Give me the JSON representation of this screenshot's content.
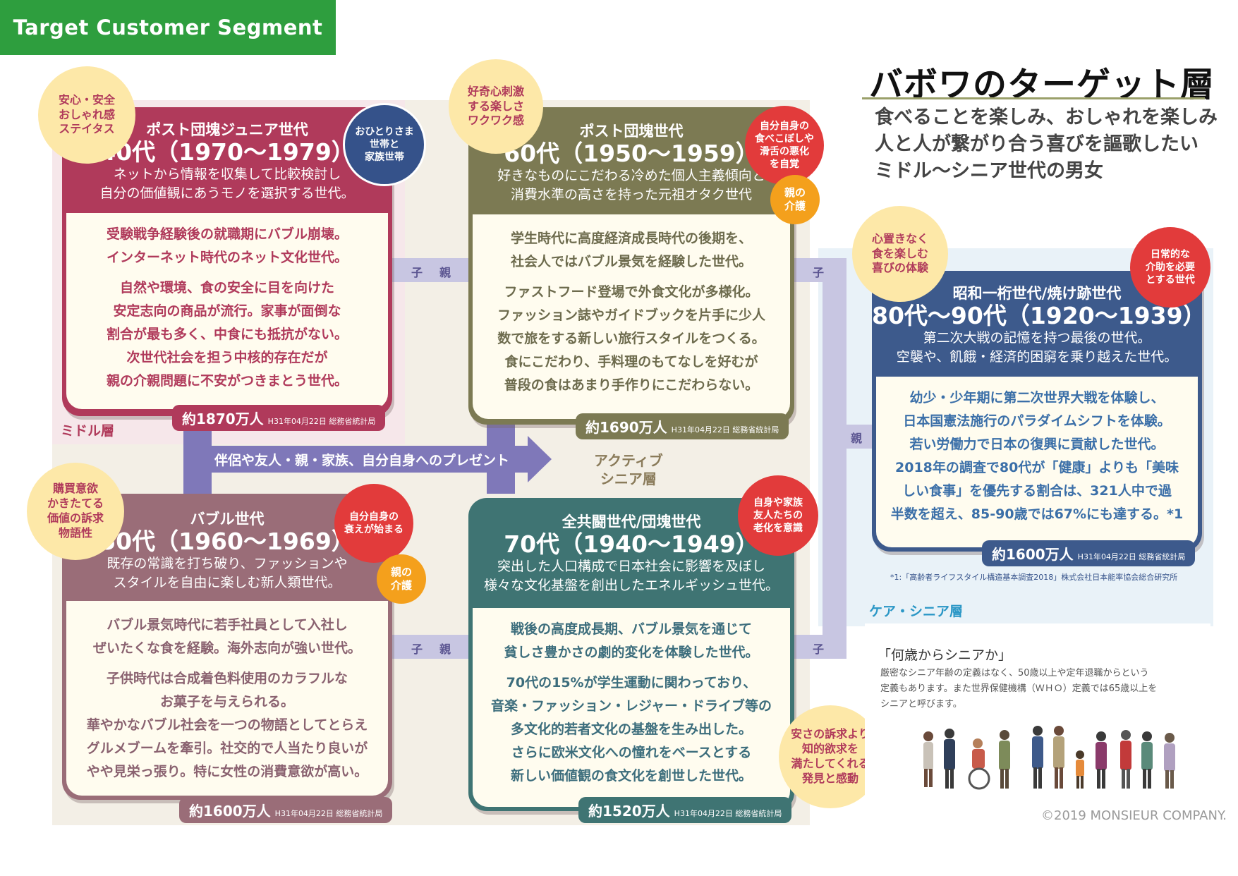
{
  "header_tag": "Target Customer Segment",
  "title": "バボワのターゲット層",
  "subtitle_lines": [
    "食べることを楽しみ、おしゃれを楽しみ",
    "人と人が繋がり合う喜びを謳歌したい",
    "ミドル〜シニア世代の男女"
  ],
  "layers": {
    "middle": "ミドル層",
    "active_senior_1": "アクティブ",
    "active_senior_2": "シニア層",
    "care_senior": "ケア・シニア層"
  },
  "relations": {
    "child": "子",
    "parent": "親"
  },
  "arrow_text": "伴侶や友人・親・家族、自分自身へのプレゼント",
  "colors": {
    "c40": "#b03a5b",
    "c60": "#7c7a53",
    "c50": "#9a6d78",
    "c70": "#3f7473",
    "c80": "#3d5a8c",
    "yellow": "#fde8a8",
    "red": "#e23b3b",
    "orange": "#f4a01c",
    "navy": "#35528a"
  },
  "cards": {
    "c40": {
      "generation": "ポスト団塊ジュニア世代",
      "age": "40代（1970〜1979）",
      "desc": [
        "ネットから情報を収集して比較検討し",
        "自分の価値観にあうモノを選択する世代。"
      ],
      "body": [
        "受験戦争経験後の就職期にバブル崩壊。",
        "インターネット時代のネット文化世代。",
        "自然や環境、食の安全に目を向けた",
        "安定志向の商品が流行。家事が面倒な",
        "割合が最も多く、中食にも抵抗がない。",
        "次世代社会を担う中核的存在だが",
        "親の介親問題に不安がつきまとう世代。"
      ],
      "population": "約1870万人",
      "source": "H31年04月22日 総務省統計局",
      "badge_yellow": [
        "安心・安全",
        "おしゃれ感",
        "ステイタス"
      ],
      "badge_navy": [
        "おひとりさま",
        "世帯と",
        "家族世帯"
      ]
    },
    "c60": {
      "generation": "ポスト団塊世代",
      "age": "60代（1950〜1959）",
      "desc": [
        "好きなものにこだわる冷めた個人主義傾向と",
        "消費水準の高さを持った元祖オタク世代"
      ],
      "body": [
        "学生時代に高度経済成長時代の後期を、",
        "社会人ではバブル景気を経験した世代。",
        "ファストフード登場で外食文化が多様化。",
        "ファッション誌やガイドブックを片手に少人",
        "数で旅をする新しい旅行スタイルをつくる。",
        "食にこだわり、手料理のもてなしを好むが",
        "普段の食はあまり手作りにこだわらない。"
      ],
      "population": "約1690万人",
      "source": "H31年04月22日 総務省統計局",
      "badge_yellow": [
        "好奇心刺激",
        "する楽しさ",
        "ワクワク感"
      ],
      "badge_red": [
        "自分自身の",
        "食べこぼしや",
        "滑舌の悪化",
        "を自覚"
      ],
      "badge_orange": [
        "親の",
        "介護"
      ]
    },
    "c50": {
      "generation": "バブル世代",
      "age": "50代（1960〜1969）",
      "desc": [
        "既存の常識を打ち破り、ファッションや",
        "スタイルを自由に楽しむ新人類世代。"
      ],
      "body": [
        "バブル景気時代に若手社員として入社し",
        "ぜいたくな食を経験。海外志向が強い世代。",
        "子供時代は合成着色料使用のカラフルな",
        "お菓子を与えられる。",
        "華やかなバブル社会を一つの物語としてとらえ",
        "グルメブームを牽引。社交的で人当たり良いが",
        "やや見栄っ張り。特に女性の消費意欲が高い。"
      ],
      "population": "約1600万人",
      "source": "H31年04月22日 総務省統計局",
      "badge_yellow": [
        "購買意欲",
        "かきたてる",
        "価値の訴求",
        "物語性"
      ],
      "badge_red": [
        "自分自身の",
        "衰えが始まる"
      ],
      "badge_orange": [
        "親の",
        "介護"
      ]
    },
    "c70": {
      "generation": "全共闘世代/団塊世代",
      "age": "70代（1940〜1949）",
      "desc": [
        "突出した人口構成で日本社会に影響を及ぼし",
        "様々な文化基盤を創出したエネルギッシュ世代。"
      ],
      "body": [
        "戦後の高度成長期、バブル景気を通じて",
        "貧しさ豊かさの劇的変化を体験した世代。",
        "70代の15%が学生運動に関わっており、",
        "音楽・ファッション・レジャー・ドライブ等の",
        "多文化的若者文化の基盤を生み出した。",
        "さらに欧米文化への憧れをベースとする",
        "新しい価値観の食文化を創世した世代。"
      ],
      "population": "約1520万人",
      "source": "H31年04月22日 総務省統計局",
      "badge_red": [
        "自身や家族",
        "友人たちの",
        "老化を意識"
      ],
      "badge_yellow": [
        "安さの訴求より",
        "知的欲求を",
        "満たしてくれる",
        "発見と感動"
      ]
    },
    "c80": {
      "generation": "昭和一桁世代/焼け跡世代",
      "age": "80代〜90代（1920〜1939）",
      "desc": [
        "第二次大戦の記憶を持つ最後の世代。",
        "空襲や、飢餓・経済的困窮を乗り越えた世代。"
      ],
      "body": [
        "幼少・少年期に第二次世界大戦を体験し、",
        "日本国憲法施行のパラダイムシフトを体験。",
        "若い労働力で日本の復興に貢献した世代。",
        "2018年の調査で80代が「健康」よりも「美味",
        "しい食事」を優先する割合は、321人中で過",
        "半数を超え、85-90歳では67%にも達する。*1"
      ],
      "population": "約1600万人",
      "source": "H31年04月22日 総務省統計局",
      "badge_yellow": [
        "心置きなく",
        "食を楽しむ",
        "喜びの体験"
      ],
      "badge_red": [
        "日常的な",
        "介助を必要",
        "とする世代"
      ]
    }
  },
  "footnote": "*1:「高齢者ライフスタイル構造基本調査2018」株式会社日本能率協会総合研究所",
  "senior_box": {
    "title": "「何歳からシニアか」",
    "lines": [
      "厳密なシニア年齢の定義はなく、50歳以上や定年退職からという",
      "定義もあります。また世界保健機構（ＷＨＯ）定義では65歳以上を",
      "シニアと呼びます。"
    ]
  },
  "copyright": "©2019 MONSIEUR COMPANY."
}
